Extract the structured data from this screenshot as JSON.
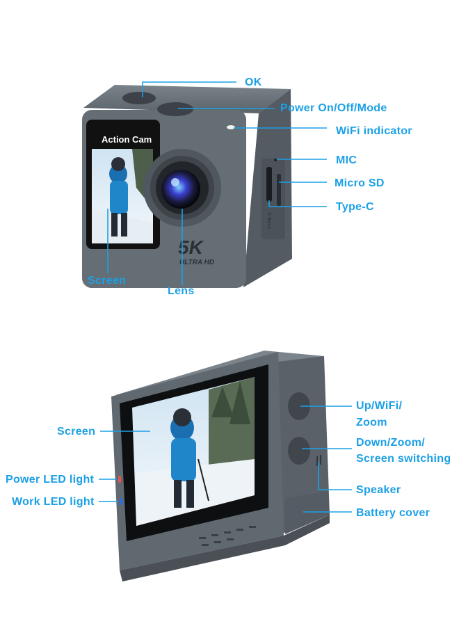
{
  "colors": {
    "label": "#1ba0e6",
    "line": "#1ba0e6",
    "body": "#626a72",
    "body_dark": "#474d54",
    "screen_frame": "#111111"
  },
  "camera_front": {
    "screen_title": "Action Cam",
    "badge_big": "5K",
    "badge_small": "ULTRA HD",
    "port_label": "TYPE-C",
    "callouts": {
      "ok": "OK",
      "power": "Power On/Off/Mode",
      "wifi_indicator": "WiFi indicator",
      "mic": "MIC",
      "micro_sd": "Micro SD",
      "type_c": "Type-C",
      "screen": "Screen",
      "lens": "Lens"
    }
  },
  "camera_back": {
    "callouts": {
      "screen": "Screen",
      "power_led": "Power LED light",
      "work_led": "Work LED light",
      "up": "Up/WiFi/",
      "up_line2": "Zoom",
      "down": "Down/Zoom/",
      "down_line2": "Screen switching",
      "speaker": "Speaker",
      "battery_cover": "Battery cover"
    }
  }
}
